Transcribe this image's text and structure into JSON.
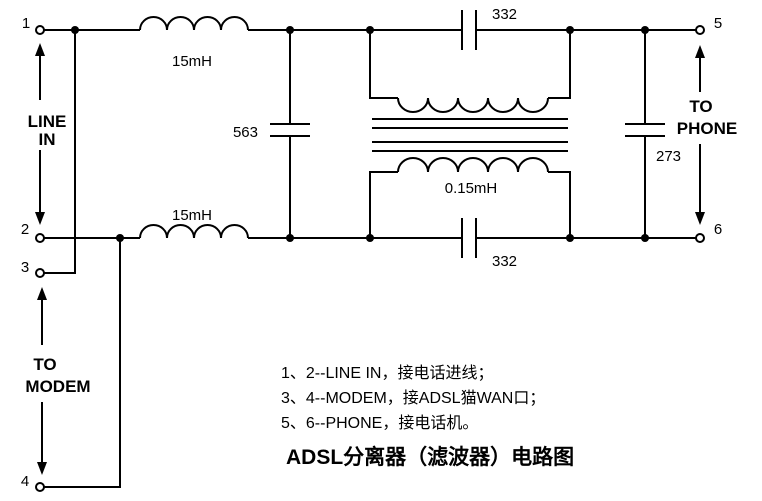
{
  "diagram": {
    "terminals": [
      "1",
      "2",
      "3",
      "4",
      "5",
      "6"
    ],
    "side_labels": {
      "line_in": [
        "LINE",
        "IN"
      ],
      "to_modem": [
        "TO",
        "MODEM"
      ],
      "to_phone": [
        "TO",
        "PHONE"
      ]
    },
    "components": {
      "inductor_top": "15mH",
      "inductor_bottom": "15mH",
      "cap_shunt_left": "563",
      "cap_series_top": "332",
      "cap_series_bottom": "332",
      "cap_shunt_right": "273",
      "transformer": "0.15mH"
    },
    "notes": [
      "1、2--LINE IN，接电话进线；",
      "3、4--MODEM，接ADSL猫WAN口；",
      "5、6--PHONE，接电话机。"
    ],
    "title": "ADSL分离器（滤波器）电路图",
    "colors": {
      "ink": "#000000",
      "background": "#ffffff"
    }
  }
}
